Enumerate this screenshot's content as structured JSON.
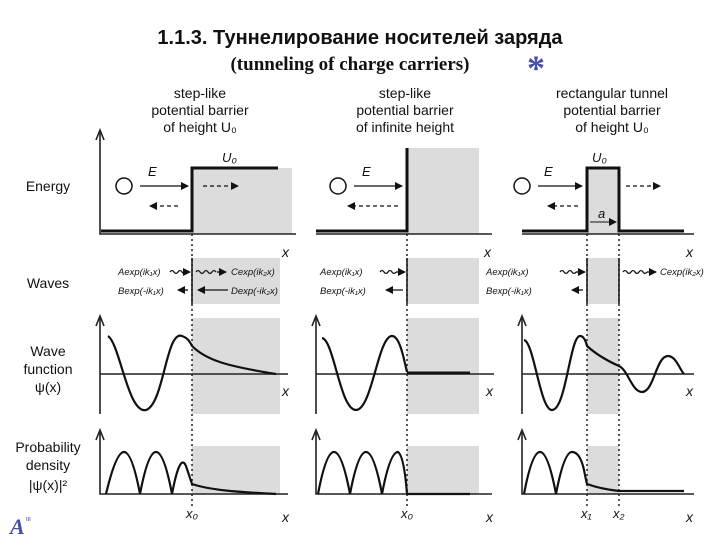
{
  "title": {
    "ru": "1.1.3. Туннелирование носителей заряда",
    "en": "(tunneling of charge carriers)",
    "marker": "*"
  },
  "columns": [
    {
      "line1": "step-like",
      "line2": "potential barrier",
      "line3": "of height U₀"
    },
    {
      "line1": "step-like",
      "line2": "potential barrier",
      "line3": "of infinite height"
    },
    {
      "line1": "rectangular tunnel",
      "line2": "potential barrier",
      "line3": "of height U₀"
    }
  ],
  "rows": {
    "energy": "Energy",
    "waves": "Waves",
    "wavefunction": {
      "line1": "Wave",
      "line2": "function",
      "line3": "ψ(x)"
    },
    "probability": {
      "line1": "Probability",
      "line2": "density",
      "line3": "|ψ(x)|²"
    }
  },
  "labels": {
    "E": "E",
    "U0": "U₀",
    "x": "x",
    "a": "a",
    "x0": "x₀",
    "x1": "x₁",
    "x2": "x₂",
    "Aexp": "Aexp(ik₁x)",
    "Bexp": "Bexp(-ik₁x)",
    "Cexp": "Cexp(ik₂x)",
    "Dexp": "Dexp(-ik₂x)"
  },
  "logo": {
    "text": "A",
    "sup": "ιιι"
  },
  "colors": {
    "barrier": "#dcdcdc",
    "accent": "#4a4fa6"
  }
}
